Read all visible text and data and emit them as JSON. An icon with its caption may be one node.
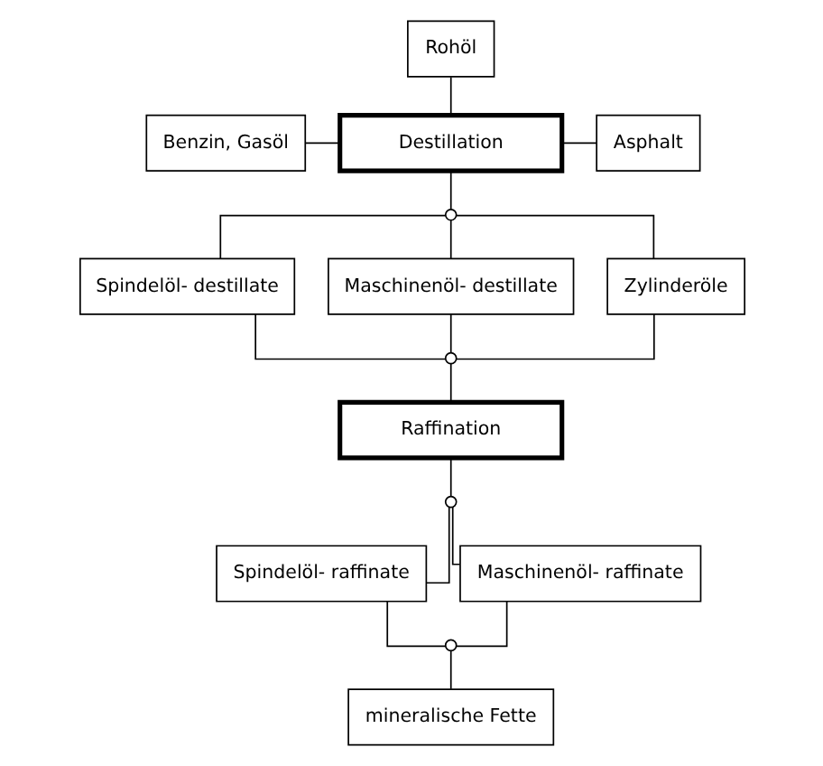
{
  "diagram": {
    "nodes": [
      {
        "text": [
          "Rohöl"
        ]
      },
      {
        "text": [
          "Benzin, Gasöl"
        ]
      },
      {
        "text": [
          "Destillation"
        ]
      },
      {
        "text": [
          "Asphalt"
        ]
      },
      {
        "text": [],
        "shape": "circle"
      },
      {
        "text": [
          "Spindelöl- destillate"
        ]
      },
      {
        "text": [
          "Maschinenöl- destillate"
        ]
      },
      {
        "text": [
          "Zylinderöle"
        ]
      },
      {
        "text": [],
        "shape": "circle"
      },
      {
        "text": [
          "Raffination"
        ]
      },
      {
        "text": [],
        "shape": "circle"
      },
      {
        "text": [
          "Spindelöl- raffinate"
        ]
      },
      {
        "text": [
          "Maschinenöl- raffinate"
        ]
      },
      {
        "text": [],
        "shape": "circle"
      },
      {
        "text": [
          "mineralische Fette"
        ]
      }
    ],
    "edges": [
      {
        "from": 0,
        "to": 2,
        "arrow": "none"
      },
      {
        "from": 1,
        "to": 2,
        "arrow": "none"
      },
      {
        "from": 2,
        "to": 3,
        "arrow": "none"
      },
      {
        "from": 2,
        "to": 4,
        "arrow": "none"
      },
      {
        "from": 4,
        "to": 5,
        "arrow": "none"
      },
      {
        "from": 4,
        "to": 6,
        "arrow": "none"
      },
      {
        "from": 4,
        "to": 7,
        "arrow": "none"
      },
      {
        "from": 5,
        "to": 8,
        "arrow": "none"
      },
      {
        "from": 6,
        "to": 8,
        "arrow": "none"
      },
      {
        "from": 7,
        "to": 8,
        "arrow": "none"
      },
      {
        "from": 8,
        "to": 9,
        "arrow": "none"
      },
      {
        "from": 9,
        "to": 10,
        "arrow": "none"
      },
      {
        "from": 10,
        "to": 11,
        "arrow": "none"
      },
      {
        "from": 10,
        "to": 12,
        "arrow": "none"
      },
      {
        "from": 11,
        "to": 13,
        "arrow": "none"
      },
      {
        "from": 12,
        "to": 13,
        "arrow": "none"
      },
      {
        "from": 13,
        "to": 14,
        "arrow": "none"
      }
    ]
  }
}
